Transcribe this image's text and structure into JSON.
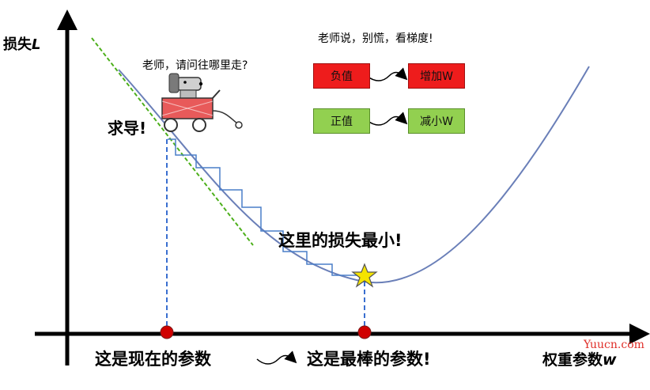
{
  "axes": {
    "y_label": "损失",
    "y_symbol": "L",
    "x_label": "权重参数",
    "x_symbol": "w"
  },
  "robot": {
    "speech": "老师，请问往哪里走?"
  },
  "teacher": {
    "speech": "老师说，别慌，看梯度!"
  },
  "rules": [
    {
      "left": "负值",
      "right": "增加W",
      "color": "#ee1c1c"
    },
    {
      "left": "正值",
      "right": "减小W",
      "color": "#92d050"
    }
  ],
  "annotations": {
    "derivative": "求导!",
    "minimum": "这里的损失最小!",
    "current_param": "这是现在的参数",
    "best_param": "这是最棒的参数!"
  },
  "watermark": "Yuucn.com",
  "colors": {
    "curve": "#6a7fb8",
    "tangent": "#4caf1a",
    "dashed": "#3a6fd0",
    "steps": "#4a7ec8",
    "marker": "#d00000",
    "star": "#f5e400"
  }
}
